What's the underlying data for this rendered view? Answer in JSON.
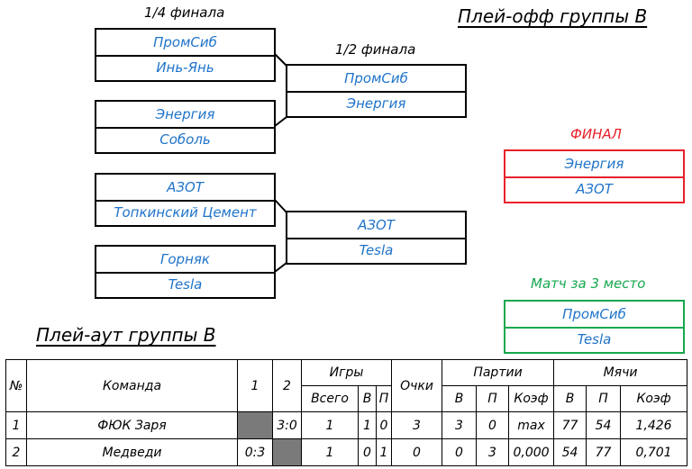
{
  "playoff": {
    "title": "Плей-офф группы В",
    "quarter_label": "1/4 финала",
    "semi_label": "1/2 финала",
    "final_label": "ФИНАЛ",
    "third_label": "Матч за 3 место",
    "quarterfinals": [
      {
        "top": "ПромСиб",
        "bottom": "Инь-Янь"
      },
      {
        "top": "Энергия",
        "bottom": "Соболь"
      },
      {
        "top": "АЗОТ",
        "bottom": "Топкинский Цемент"
      },
      {
        "top": "Горняк",
        "bottom": "Tesla"
      }
    ],
    "semifinals": [
      {
        "top": "ПромСиб",
        "bottom": "Энергия"
      },
      {
        "top": "АЗОТ",
        "bottom": "Tesla"
      }
    ],
    "final": {
      "top": "Энергия",
      "bottom": "АЗОТ"
    },
    "third_place": {
      "top": "ПромСиб",
      "bottom": "Tesla"
    },
    "colors": {
      "team_text": "#1f73c9",
      "final": "#e8202a",
      "third_place": "#16a84e"
    }
  },
  "playout": {
    "title": "Плей-аут группы В",
    "headers": {
      "num": "№",
      "team": "Команда",
      "col1": "1",
      "col2": "2",
      "games": "Игры",
      "total": "Всего",
      "won": "В",
      "lost": "П",
      "points": "Очки",
      "sets": "Партии",
      "sets_won": "В",
      "sets_lost": "П",
      "sets_coef": "Коэф",
      "balls": "Мячи",
      "balls_won": "В",
      "balls_lost": "П",
      "balls_coef": "Коэф"
    },
    "rows": [
      {
        "num": "1",
        "team": "ФЮК Заря",
        "c1": "",
        "c2": "3:0",
        "total": "1",
        "won": "1",
        "lost": "0",
        "points": "3",
        "sets_won": "3",
        "sets_lost": "0",
        "sets_coef": "max",
        "balls_won": "77",
        "balls_lost": "54",
        "balls_coef": "1,426"
      },
      {
        "num": "2",
        "team": "Медведи",
        "c1": "0:3",
        "c2": "",
        "total": "1",
        "won": "0",
        "lost": "1",
        "points": "0",
        "sets_won": "0",
        "sets_lost": "3",
        "sets_coef": "0,000",
        "balls_won": "54",
        "balls_lost": "77",
        "balls_coef": "0,701"
      }
    ]
  }
}
